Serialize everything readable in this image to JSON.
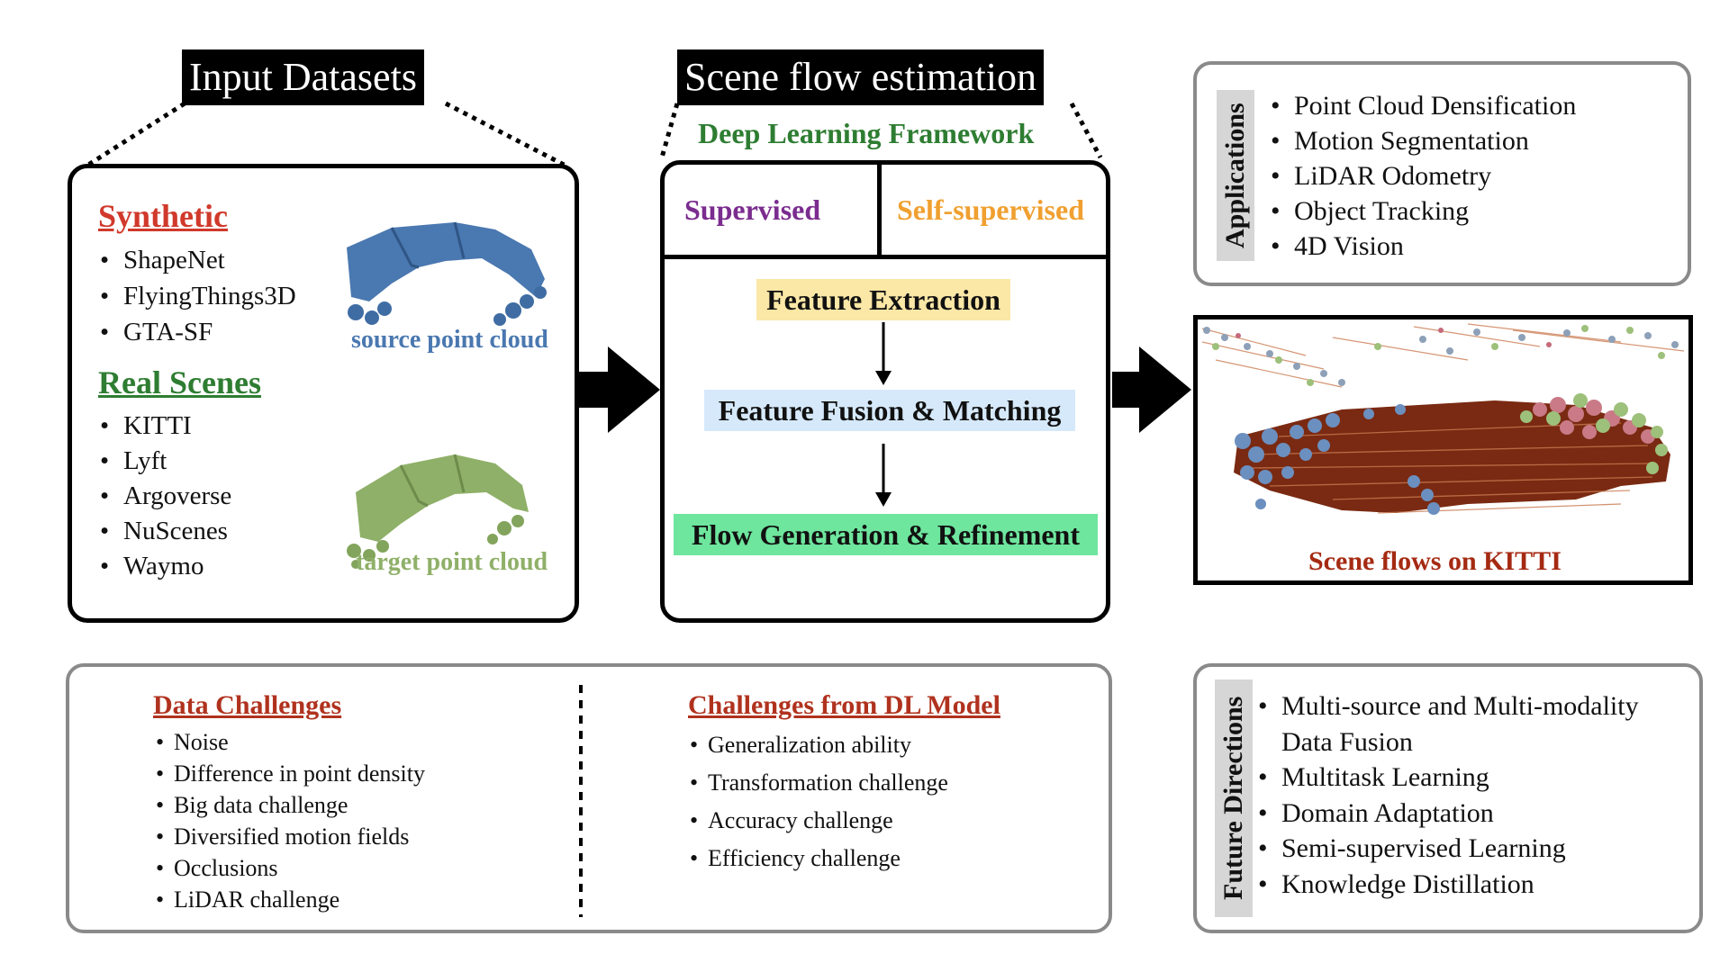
{
  "input_datasets": {
    "title": "Input Datasets",
    "synthetic_heading": "Synthetic",
    "synthetic_items": [
      "ShapeNet",
      "FlyingThings3D",
      "GTA-SF"
    ],
    "real_heading": "Real Scenes",
    "real_items": [
      "KITTI",
      "Lyft",
      "Argoverse",
      "NuScenes",
      "Waymo"
    ],
    "source_caption": "source point cloud",
    "target_caption": "target point cloud"
  },
  "scene_flow": {
    "title": "Scene flow estimation",
    "framework_label": "Deep Learning Framework",
    "supervised_label": "Supervised",
    "self_supervised_label": "Self-supervised",
    "stage_1": "Feature Extraction",
    "stage_2": "Feature Fusion & Matching",
    "stage_3": "Flow Generation & Refinement"
  },
  "applications": {
    "tab_label": "Applications",
    "items": [
      "Point Cloud Densification",
      "Motion Segmentation",
      "LiDAR Odometry",
      "Object Tracking",
      "4D Vision"
    ]
  },
  "kitti": {
    "caption": "Scene flows on KITTI"
  },
  "challenges": {
    "data_heading": "Data Challenges",
    "data_items": [
      "Noise",
      "Difference in point density",
      "Big data challenge",
      "Diversified motion fields",
      "Occlusions",
      "LiDAR challenge"
    ],
    "model_heading": "Challenges from DL Model",
    "model_items": [
      "Generalization ability",
      "Transformation challenge",
      "Accuracy challenge",
      "Efficiency challenge"
    ]
  },
  "future": {
    "tab_label": "Future Directions",
    "items": [
      "Multi-source and Multi-modality",
      "Data Fusion",
      "Multitask Learning",
      "Domain Adaptation",
      "Semi-supervised Learning",
      "Knowledge Distillation"
    ]
  },
  "colors": {
    "synthetic": "#d0392b",
    "real": "#2e7d32",
    "framework": "#2e7d32",
    "supervised": "#7b2c8f",
    "self_supervised": "#f0a030",
    "feature_extraction_bg": "#fbe7a6",
    "feature_fusion_bg": "#d6e9fb",
    "flow_generation_bg": "#6ee69e",
    "source_cloud": "#4a78b0",
    "target_cloud": "#8fb068",
    "kitti_caption": "#a52a12",
    "challenge_heading": "#b0321e"
  }
}
